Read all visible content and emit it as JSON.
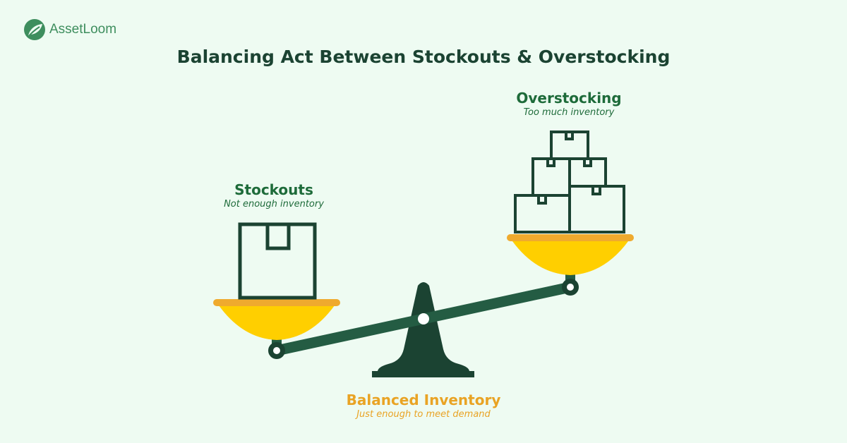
{
  "brand": {
    "name": "AssetLoom",
    "icon": "leaf-icon"
  },
  "title": "Balancing Act Between Stockouts & Overstocking",
  "stockouts": {
    "heading": "Stockouts",
    "subtitle": "Not enough inventory"
  },
  "overstocking": {
    "heading": "Overstocking",
    "subtitle": "Too much inventory"
  },
  "balanced": {
    "heading": "Balanced Inventory",
    "subtitle": "Just enough to meet demand"
  },
  "colors": {
    "background": "#EEFBF2",
    "dark_green": "#1B4332",
    "beam_green": "#245C43",
    "pan_yellow": "#FFCF00",
    "pan_rim": "#EFAA2E",
    "accent_orange": "#E9A324",
    "brand_green": "#3E8E5E"
  }
}
